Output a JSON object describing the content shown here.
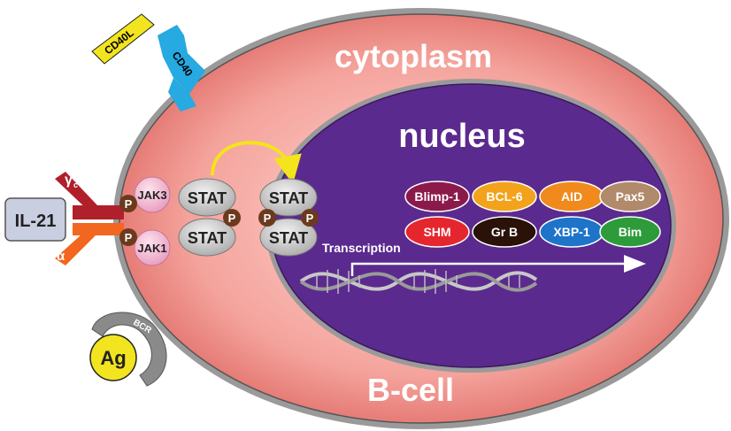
{
  "labels": {
    "cytoplasm": "cytoplasm",
    "nucleus": "nucleus",
    "cell": "B-cell",
    "il21": "IL-21",
    "gamma_c": "γ",
    "gamma_c_sub": "c",
    "alpha": "α",
    "jak3": "JAK3",
    "jak1": "JAK1",
    "phospho": "P",
    "stat": "STAT",
    "transcription": "Transcription",
    "cd40l": "CD40L",
    "cd40": "CD40",
    "bcr": "BCR",
    "antigen": "Ag"
  },
  "genes": [
    {
      "label": "Blimp-1",
      "color": "#8b1a4a"
    },
    {
      "label": "BCL-6",
      "color": "#f2a31b"
    },
    {
      "label": "AID",
      "color": "#f08a1c"
    },
    {
      "label": "Pax5",
      "color": "#b08a6a"
    },
    {
      "label": "SHM",
      "color": "#e6262e"
    },
    {
      "label": "Gr B",
      "color": "#2a1208"
    },
    {
      "label": "XBP-1",
      "color": "#1d74c8"
    },
    {
      "label": "Bim",
      "color": "#2e9b3a"
    }
  ],
  "colors": {
    "cytoplasm": "#e56f6b",
    "nucleus": "#5b2a8e",
    "arrow": "#f5e31b",
    "phospho": "#6b3a1d",
    "jak": "#f4b8d0",
    "stat": "#c8c8c8",
    "cd40": "#27a9e1",
    "cd40l": "#f2e41f",
    "il21_box": "#c9cfe0",
    "receptor_gamma": "#b0202a",
    "receptor_alpha": "#f2661f"
  }
}
